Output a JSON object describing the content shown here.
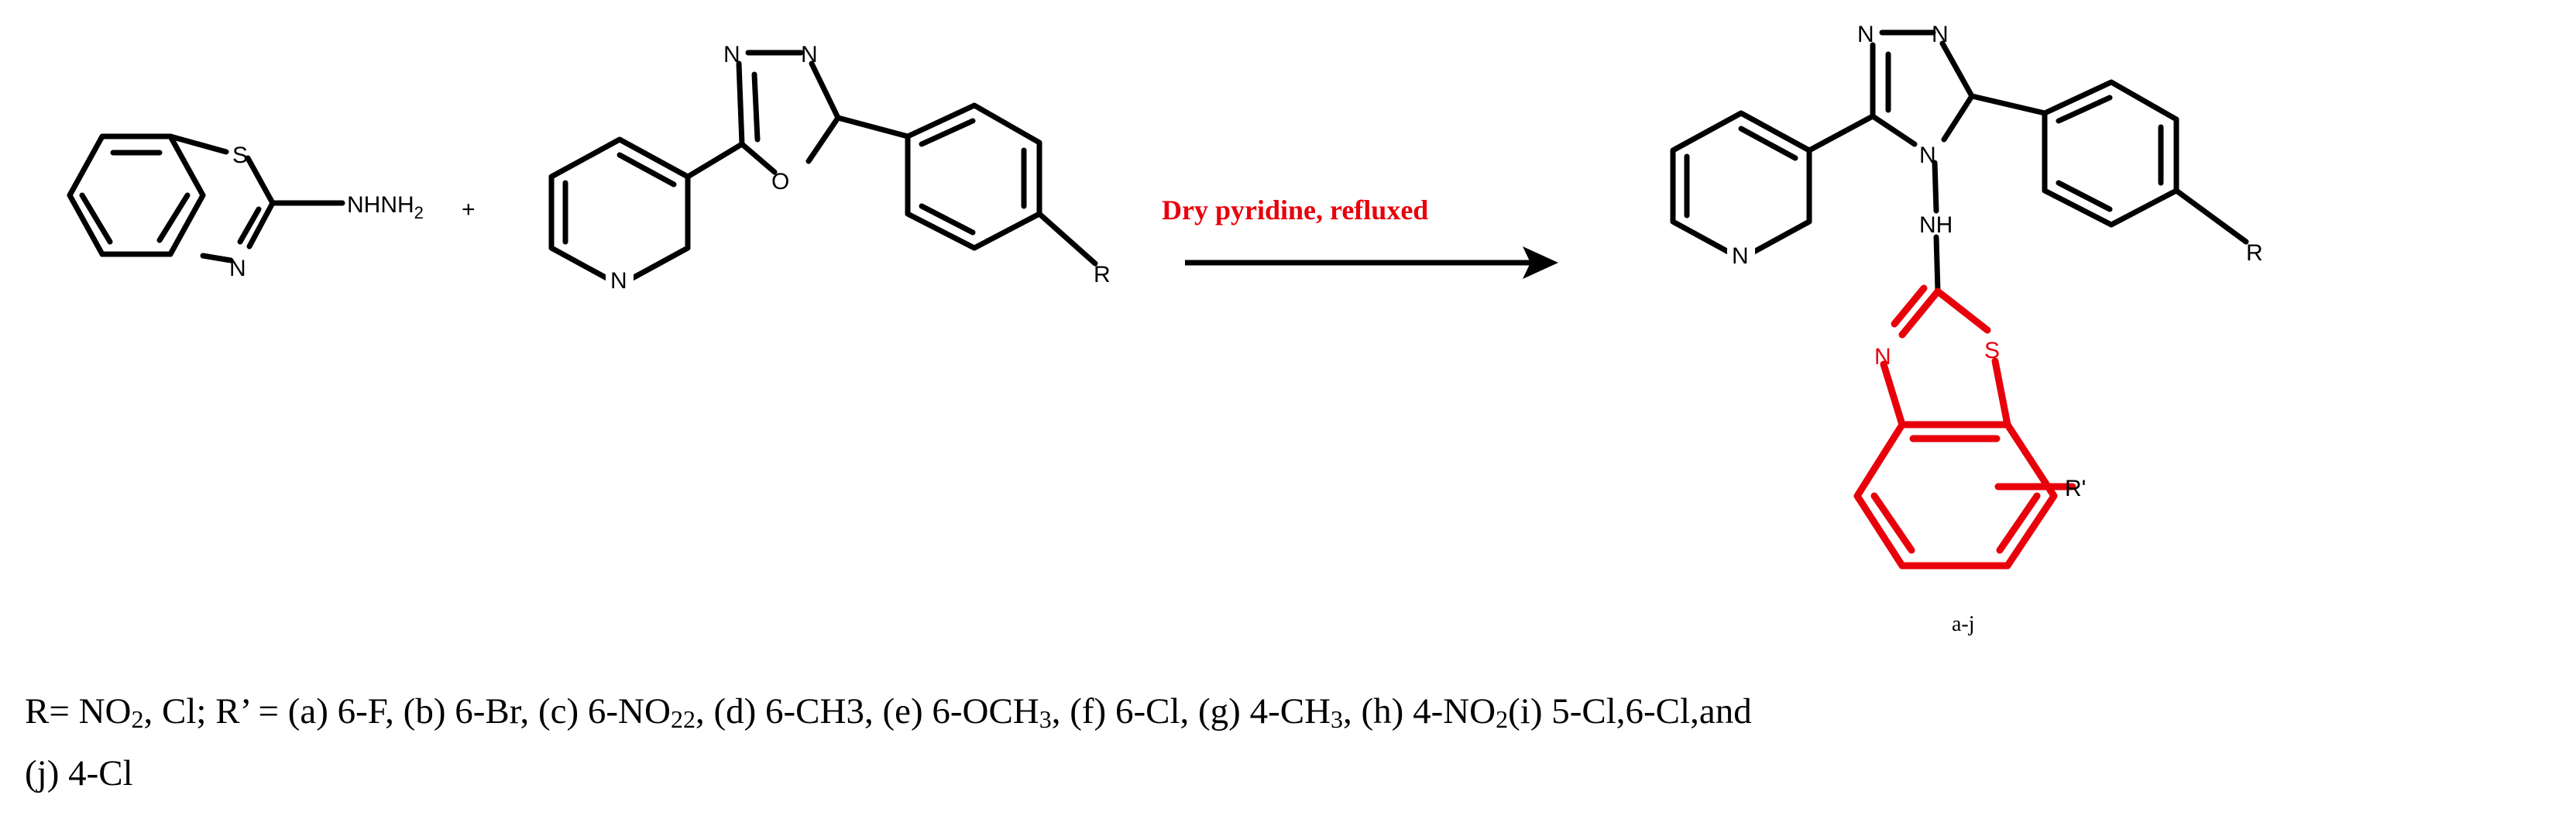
{
  "reagent1": {
    "atoms": {
      "S": "S",
      "N": "N",
      "substituent": "NHNH",
      "subscript": "2"
    }
  },
  "plus": "+",
  "reagent2": {
    "atoms": {
      "N1": "N",
      "N2": "N",
      "O": "O",
      "N_pyridine": "N",
      "R": "R"
    }
  },
  "reaction": {
    "conditions": "Dry pyridine, refluxed"
  },
  "product": {
    "atoms": {
      "N_a": "N",
      "N_b": "N",
      "N_c": "N",
      "NH": "NH",
      "N_pyridine": "N",
      "R": "R",
      "N_thiazole": "N",
      "S": "S",
      "R_prime": "R'"
    },
    "label": "a-j"
  },
  "caption": {
    "line1_a": "R= NO",
    "line1_a_sub": "2",
    "line1_b": ", Cl; R’ = (a) 6-F, (b) 6-Br, (c) 6-NO",
    "line1_b_sub": "22",
    "line1_c": ", (d) 6-CH3, (e) 6-OCH",
    "line1_c_sub": "3",
    "line1_d": ", (f) 6-Cl, (g) 4-CH",
    "line1_d_sub": "3",
    "line1_e": ", (h) 4-NO",
    "line1_e_sub": "2",
    "line1_f": "(i) 5-Cl,6-Cl,and",
    "line2": "(j) 4-Cl"
  },
  "colors": {
    "highlight": "#e8000b",
    "ink": "#000000"
  }
}
